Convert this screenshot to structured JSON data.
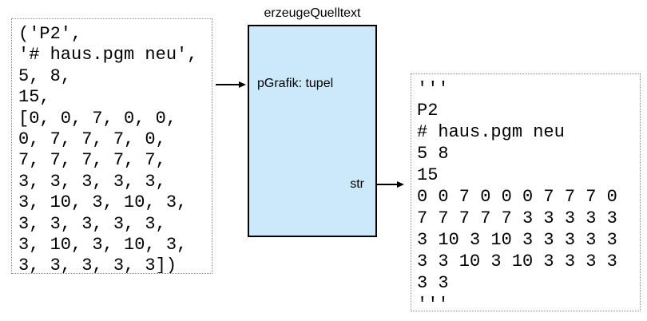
{
  "input_box": {
    "lines": [
      "('P2',",
      "'# haus.pgm neu',",
      "5, 8,",
      "15,",
      "[0, 0, 7, 0, 0,",
      "0, 7, 7, 7, 0,",
      "7, 7, 7, 7, 7,",
      "3, 3, 3, 3, 3,",
      "3, 10, 3, 10, 3,",
      "3, 3, 3, 3, 3,",
      "3, 10, 3, 10, 3,",
      "3, 3, 3, 3, 3])"
    ]
  },
  "function_box": {
    "title": "erzeugeQuelltext",
    "parameter": "pGrafik: tupel",
    "return_label": "str",
    "fill_color": "#cce9fb",
    "border_color": "#000000"
  },
  "output_box": {
    "lines": [
      "'''",
      "P2",
      "# haus.pgm neu",
      "5 8",
      "15",
      "0 0 7 0 0 0 7 7 7 0",
      "7 7 7 7 7 3 3 3 3 3",
      "3 10 3 10 3 3 3 3 3",
      "3 3 10 3 10 3 3 3 3",
      "3 3",
      "'''"
    ]
  }
}
